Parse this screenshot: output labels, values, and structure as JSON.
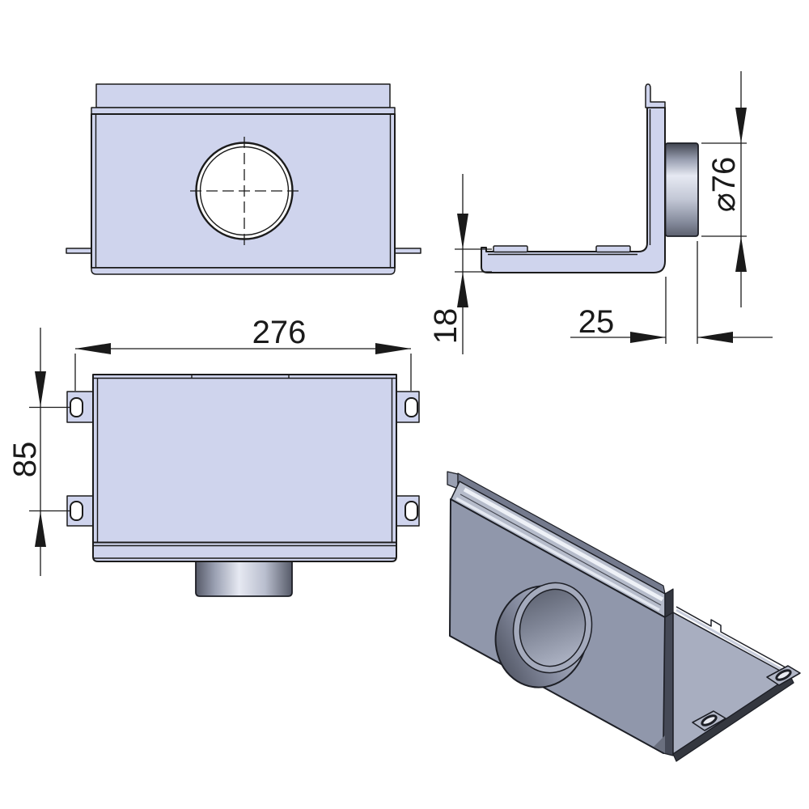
{
  "drawing": {
    "dimensions": {
      "width": "276",
      "slot_spacing": "85",
      "flange_height": "18",
      "spigot_offset": "25",
      "spigot_diameter": "⌀76"
    },
    "colors": {
      "part_fill": "#cfd4ed",
      "outline_color": "#1b1b1b",
      "dim_color": "#1a1a1a",
      "iso_face": "#9097ab",
      "iso_flange": "#b6bccb",
      "iso_base": "#a8aec0",
      "iso_edge_dark": "#34373f",
      "iso_plate_edge": "#454956",
      "highlight": "#eef1f7",
      "background": "#ffffff"
    }
  }
}
